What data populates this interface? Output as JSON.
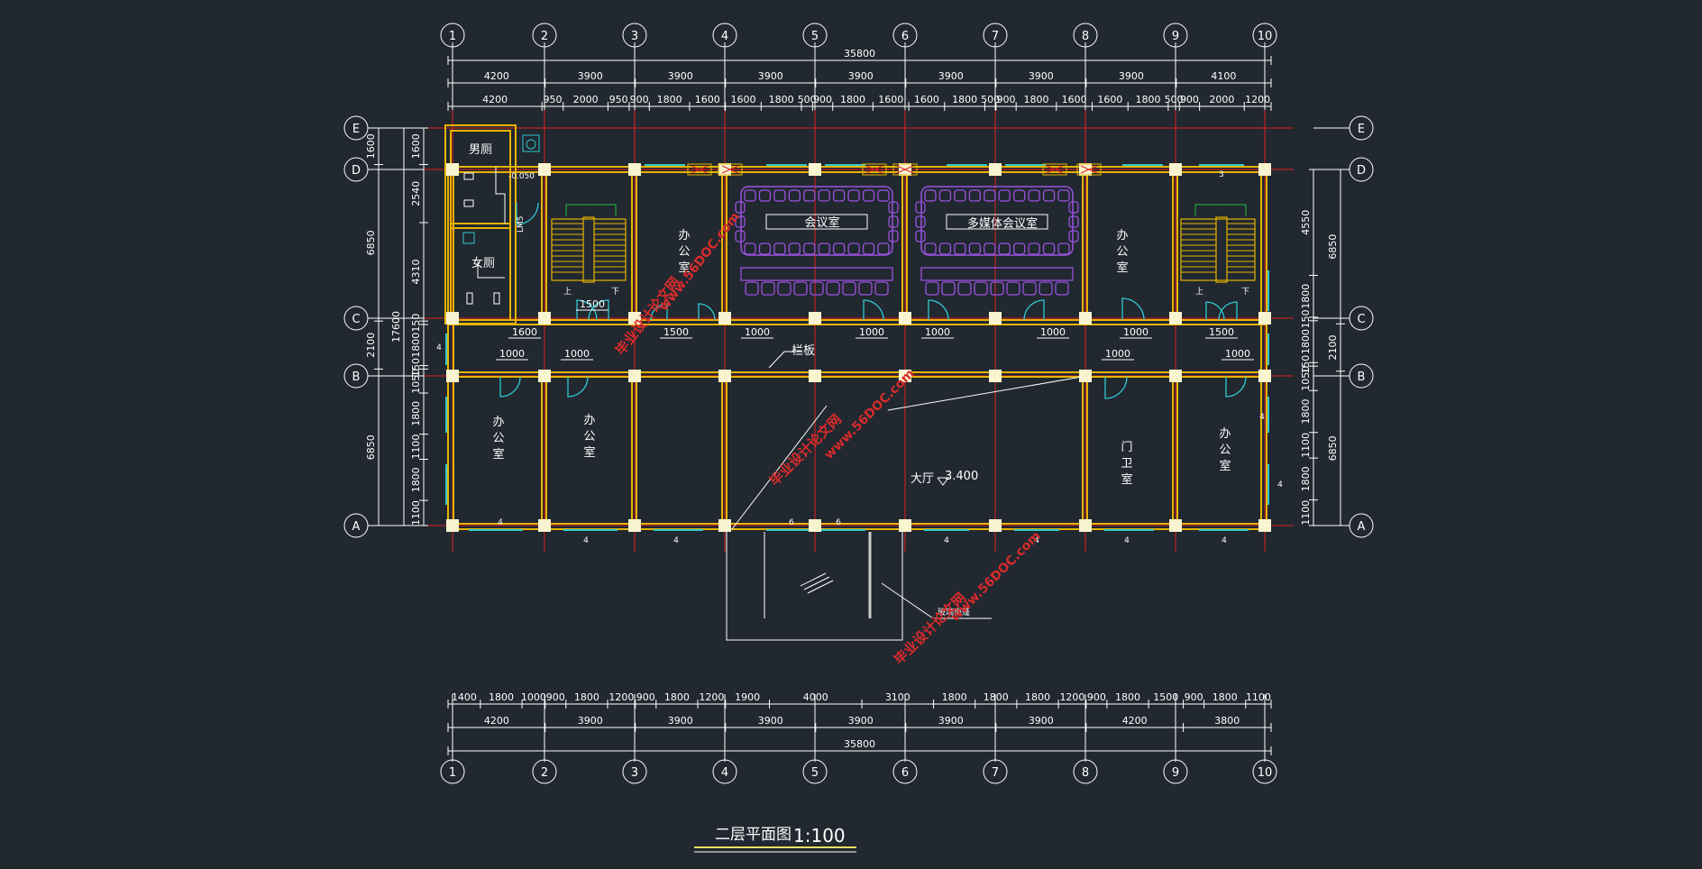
{
  "title": {
    "main": "二层平面图",
    "scale": "1:100"
  },
  "axes_x": [
    "1",
    "2",
    "3",
    "4",
    "5",
    "6",
    "7",
    "8",
    "9",
    "10"
  ],
  "axes_y": [
    "E",
    "D",
    "C",
    "B",
    "A"
  ],
  "dims": {
    "top_total": "35800",
    "top_bays": [
      "4200",
      "3900",
      "3900",
      "3900",
      "3900",
      "3900",
      "3900",
      "3900",
      "4100"
    ],
    "top_sub": [
      "4200",
      "950",
      "2000",
      "950",
      "900",
      "1800",
      "1600",
      "1600",
      "1800",
      "500",
      "900",
      "1800",
      "1600",
      "1600",
      "1800",
      "500",
      "900",
      "1800",
      "1600",
      "1600",
      "1800",
      "500",
      "900",
      "2000",
      "1200"
    ],
    "bottom_sub": [
      "1400",
      "1800",
      "1000",
      "900",
      "1800",
      "1200",
      "900",
      "1800",
      "1200",
      "1900",
      "4000",
      "3100",
      "1800",
      "1800",
      "1800",
      "1200",
      "900",
      "1800",
      "1500",
      "900",
      "1800",
      "1100"
    ],
    "bottom_bays": [
      "4200",
      "3900",
      "3900",
      "3900",
      "3900",
      "3900",
      "3900",
      "4200",
      "3800"
    ],
    "bottom_total": "35800",
    "left_outer": [
      "1600",
      "6850",
      "2100",
      "6850"
    ],
    "left_total": "17600",
    "left_inner": [
      "1600",
      "2540",
      "4310",
      "150",
      "1800",
      "150",
      "1050",
      "1800",
      "1100",
      "1800",
      "1100"
    ],
    "right_outer": [
      "6850",
      "2100",
      "6850"
    ],
    "right_inner": [
      "4550",
      "1800",
      "150",
      "1800",
      "150",
      "1050",
      "1800",
      "1100",
      "1800",
      "1100"
    ]
  },
  "rooms": {
    "mens_wc": "男厕",
    "womens_wc": "女厕",
    "meeting": "会议室",
    "multimedia": "多媒体会议室",
    "office_v": "办公室",
    "guard_v": "门卫室",
    "hall": "大厅",
    "hall_level": "3.400",
    "railing": "栏板",
    "canopy": "玻璃雨篷",
    "up": "上",
    "down": "下",
    "lm5": "LM5",
    "level_neg": "-0.050",
    "stair_num": "3"
  },
  "door_widths": [
    "1500",
    "1600",
    "1500",
    "1000",
    "1000",
    "1000",
    "1000",
    "1000",
    "1500",
    "1000",
    "1000",
    "1000",
    "1000"
  ],
  "window_labels": [
    "4",
    "4",
    "4",
    "6",
    "6",
    "4",
    "4",
    "4",
    "4",
    "4",
    "4",
    "4"
  ],
  "watermarks": [
    "毕业设计论文网",
    "www.56DOC.com",
    "毕业设计论文网",
    "www.56DOC.com",
    "毕业设计论文网",
    "www.56DOC.com"
  ],
  "colors": {
    "background": "#212830",
    "wall": "#e8b400",
    "axis_line": "#e02020",
    "furniture": "#9a52e0",
    "door": "#30c8d0",
    "column": "#f8f4d0",
    "stair": "#20c040",
    "text": "#ffffff",
    "watermark": "#d92b2b"
  }
}
